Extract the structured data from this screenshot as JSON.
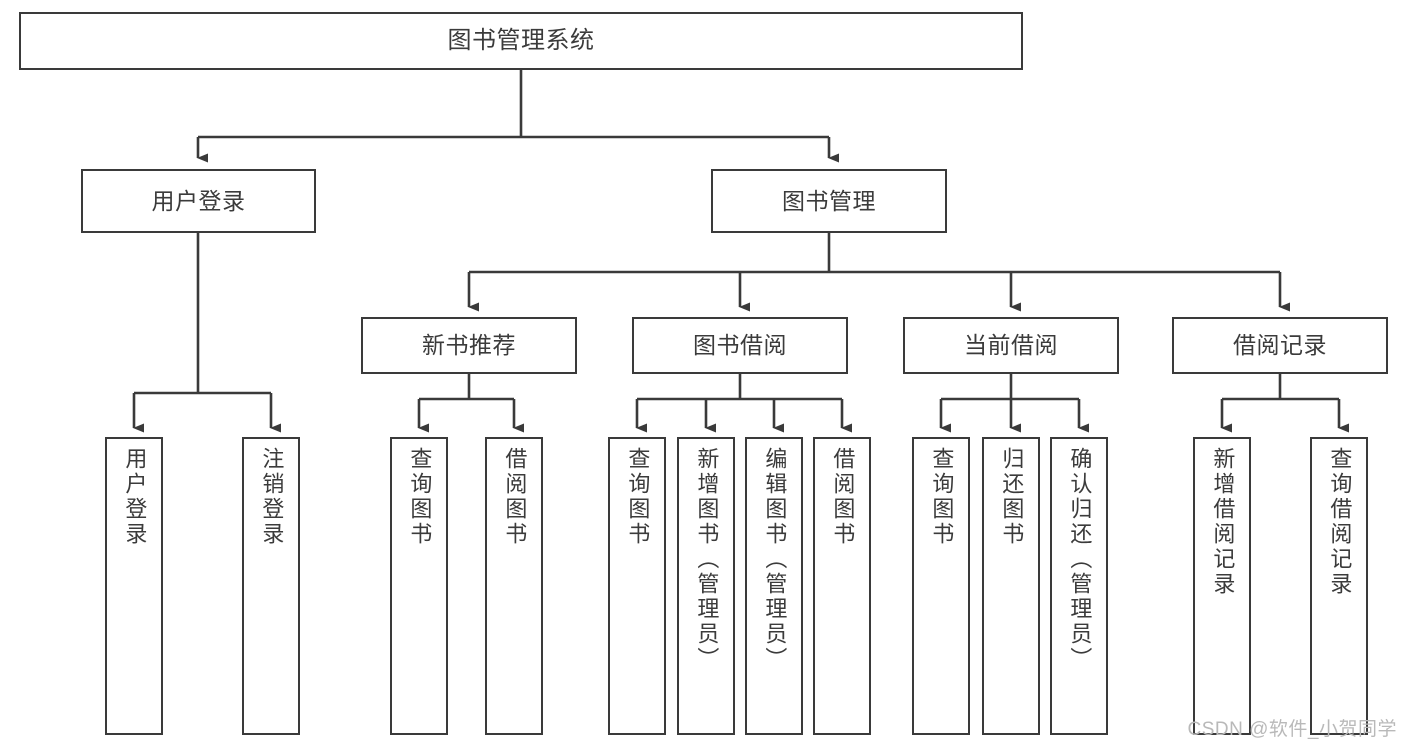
{
  "diagram": {
    "type": "tree",
    "title": "图书管理系统",
    "watermark": "CSDN @软件_小贺同学",
    "colors": {
      "box_border": "#3a3a3a",
      "box_fill": "#ffffff",
      "connector": "#3a3a3a",
      "text": "#3b3b3b",
      "watermark": "#b9b9b9"
    },
    "levels": {
      "root": {
        "label": "图书管理系统"
      },
      "level2": [
        {
          "label": "用户登录"
        },
        {
          "label": "图书管理"
        }
      ],
      "level3": [
        {
          "label": "新书推荐"
        },
        {
          "label": "图书借阅"
        },
        {
          "label": "当前借阅"
        },
        {
          "label": "借阅记录"
        }
      ],
      "leaves": [
        {
          "label": "用户登录",
          "parent": "用户登录"
        },
        {
          "label": "注销登录",
          "parent": "用户登录"
        },
        {
          "label": "查询图书",
          "parent": "新书推荐"
        },
        {
          "label": "借阅图书",
          "parent": "新书推荐"
        },
        {
          "label": "查询图书",
          "parent": "图书借阅"
        },
        {
          "label": "新增图书（管理员）",
          "parent": "图书借阅"
        },
        {
          "label": "编辑图书（管理员）",
          "parent": "图书借阅"
        },
        {
          "label": "借阅图书",
          "parent": "图书借阅"
        },
        {
          "label": "查询图书",
          "parent": "当前借阅"
        },
        {
          "label": "归还图书",
          "parent": "当前借阅"
        },
        {
          "label": "确认归还（管理员）",
          "parent": "当前借阅"
        },
        {
          "label": "新增借阅记录",
          "parent": "借阅记录"
        },
        {
          "label": "查询借阅记录",
          "parent": "借阅记录"
        }
      ]
    }
  }
}
